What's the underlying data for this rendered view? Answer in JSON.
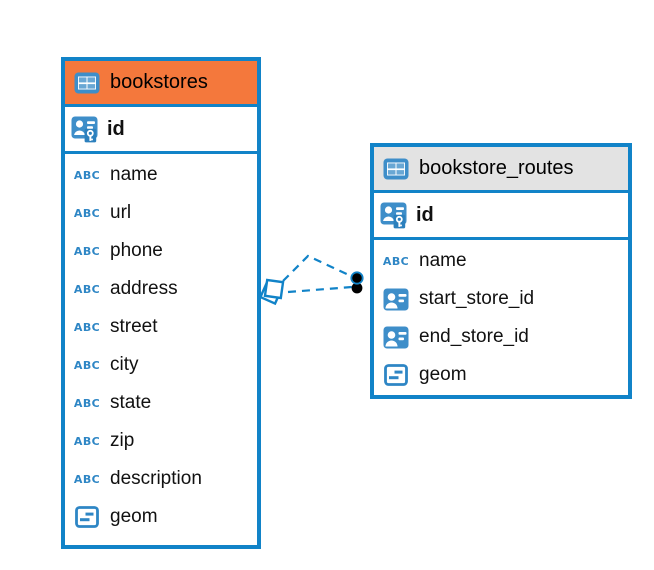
{
  "diagram": {
    "background": "#ffffff",
    "accent_blue": "#1183c8",
    "header_orange": "#f4783c",
    "header_gray": "#e3e3e3",
    "icon_labels": {
      "text_type": "ABC"
    },
    "tables": [
      {
        "name": "bookstores",
        "header_bg": "#f4783c",
        "pk": {
          "name": "id"
        },
        "columns": [
          {
            "name": "name",
            "type": "text"
          },
          {
            "name": "url",
            "type": "text"
          },
          {
            "name": "phone",
            "type": "text"
          },
          {
            "name": "address",
            "type": "text"
          },
          {
            "name": "street",
            "type": "text"
          },
          {
            "name": "city",
            "type": "text"
          },
          {
            "name": "state",
            "type": "text"
          },
          {
            "name": "zip",
            "type": "text"
          },
          {
            "name": "description",
            "type": "text"
          },
          {
            "name": "geom",
            "type": "geometry"
          }
        ]
      },
      {
        "name": "bookstore_routes",
        "header_bg": "#e3e3e3",
        "pk": {
          "name": "id"
        },
        "columns": [
          {
            "name": "name",
            "type": "text"
          },
          {
            "name": "start_store_id",
            "type": "foreign-key"
          },
          {
            "name": "end_store_id",
            "type": "foreign-key"
          },
          {
            "name": "geom",
            "type": "geometry"
          }
        ]
      }
    ],
    "relationship": {
      "from_table": "bookstores",
      "to_table": "bookstore_routes",
      "line_count": 2,
      "style": "dashed"
    }
  }
}
